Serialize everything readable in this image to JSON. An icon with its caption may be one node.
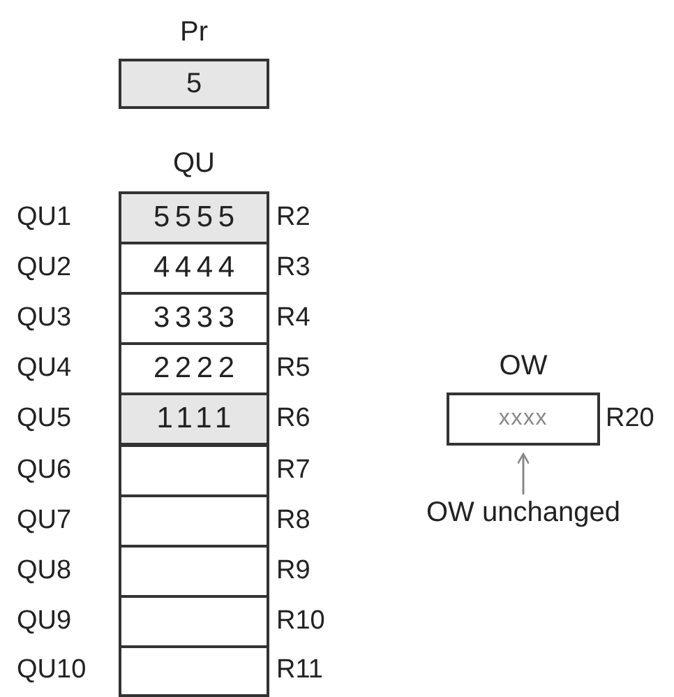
{
  "diagram": {
    "nodes": [
      {
        "text": [
          "Pr",
          "5"
        ]
      },
      {
        "text": [
          "QU"
        ]
      },
      {
        "text": [
          "5555"
        ],
        "in": 1,
        "beside": [
          "QU1",
          "R2"
        ]
      },
      {
        "text": [
          "4444"
        ],
        "in": 1,
        "beside": [
          "QU2",
          "R3"
        ]
      },
      {
        "text": [
          "3333"
        ],
        "in": 1,
        "beside": [
          "QU3",
          "R4"
        ]
      },
      {
        "text": [
          "2222"
        ],
        "in": 1,
        "beside": [
          "QU4",
          "R5"
        ]
      },
      {
        "text": [
          "1111"
        ],
        "in": 1,
        "beside": [
          "QU5",
          "R6"
        ]
      },
      {
        "text": [],
        "shape": "box",
        "in": 1,
        "beside": [
          "QU6",
          "R7"
        ]
      },
      {
        "text": [],
        "shape": "box",
        "in": 1,
        "beside": [
          "QU7",
          "R8"
        ]
      },
      {
        "text": [],
        "shape": "box",
        "in": 1,
        "beside": [
          "QU8",
          "R9"
        ]
      },
      {
        "text": [],
        "shape": "box",
        "in": 1,
        "beside": [
          "QU9",
          "R10"
        ]
      },
      {
        "text": [],
        "shape": "box",
        "in": 1,
        "beside": [
          "QU10",
          "R11"
        ]
      },
      {
        "text": [
          "OW",
          "xxxx"
        ],
        "beside": [
          "R20"
        ]
      },
      {
        "text": [
          "OW unchanged"
        ]
      }
    ],
    "edges": [
      {
        "from": 13,
        "to": 12,
        "arrow": "to"
      }
    ]
  }
}
